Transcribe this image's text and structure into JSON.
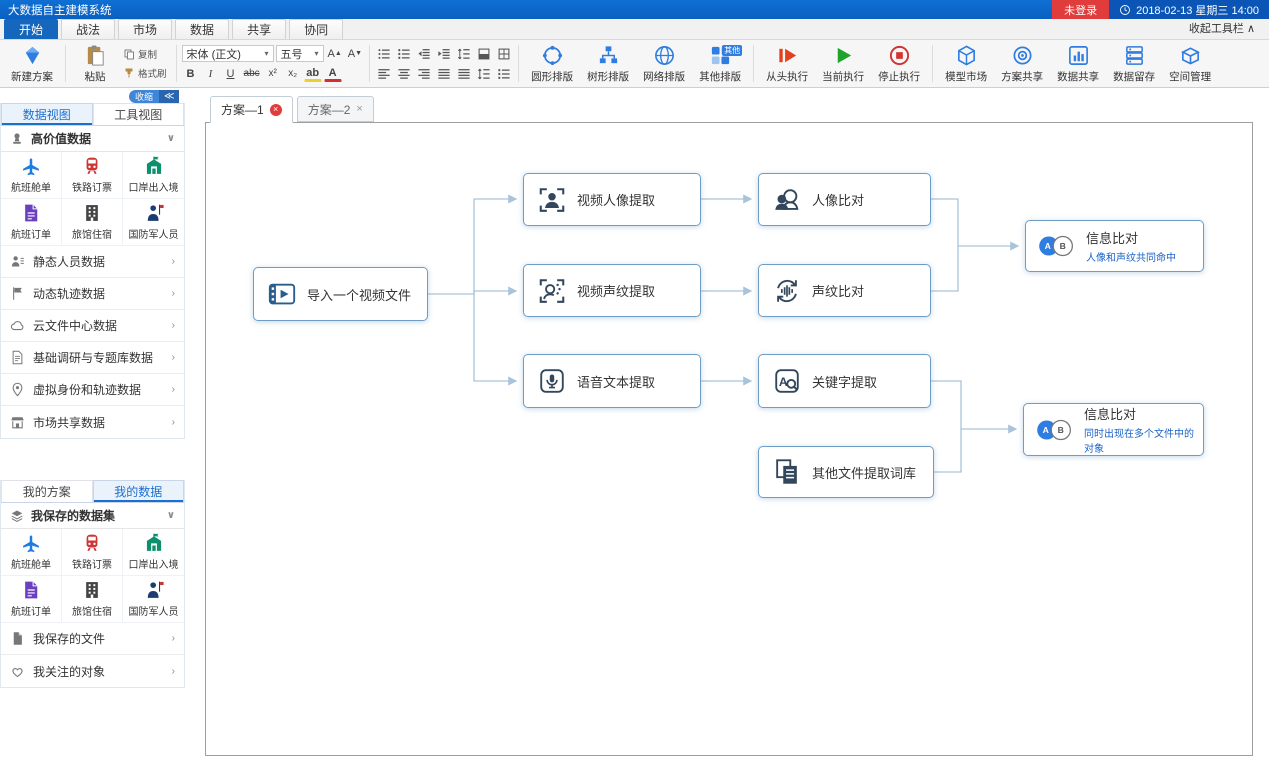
{
  "titlebar": {
    "title": "大数据自主建模系统",
    "login": "未登录",
    "datetime": "2018-02-13 星期三 14:00"
  },
  "ribbon": {
    "tabs": [
      "开始",
      "战法",
      "市场",
      "数据",
      "共享",
      "协同"
    ],
    "collapse": "收起工具栏 ∧",
    "groups": {
      "new_plan": "新建方案",
      "paste": "粘贴",
      "copy": "复制",
      "format_painter": "格式刷",
      "font_family": "宋体 (正文)",
      "font_size": "五号",
      "layout": {
        "circle": "圆形排版",
        "tree": "树形排版",
        "network": "网络排版",
        "other": "其他排版",
        "other_badge": "其他"
      },
      "run": {
        "from_start": "从头执行",
        "current": "当前执行",
        "stop": "停止执行"
      },
      "share": {
        "model_market": "模型市场",
        "plan_share": "方案共享",
        "data_share": "数据共享",
        "data_retain": "数据留存",
        "space_manage": "空间管理"
      }
    }
  },
  "sidebar": {
    "collapse_label": "收缩",
    "view_tabs": [
      "数据视图",
      "工具视图"
    ],
    "high_value_title": "高价值数据",
    "data_items": [
      "航班舱单",
      "铁路订票",
      "口岸出入境",
      "航班订单",
      "旅馆住宿",
      "国防军人员"
    ],
    "sections": [
      "静态人员数据",
      "动态轨迹数据",
      "云文件中心数据",
      "基础调研与专题库数据",
      "虚拟身份和轨迹数据",
      "市场共享数据"
    ],
    "my_tabs": [
      "我的方案",
      "我的数据"
    ],
    "saved_dataset_title": "我保存的数据集",
    "saved_files_label": "我保存的文件",
    "followed_label": "我关注的对象"
  },
  "workspace": {
    "plan_tabs": [
      "方案—1",
      "方案—2"
    ],
    "flow": {
      "import": "导入一个视频文件",
      "video_face": "视频人像提取",
      "video_voice": "视频声纹提取",
      "speech_text": "语音文本提取",
      "face_compare": "人像比对",
      "voice_compare": "声纹比对",
      "keyword_extract": "关键字提取",
      "other_files": "其他文件提取词库",
      "info_compare_1": {
        "label": "信息比对",
        "sub": "人像和声纹共同命中"
      },
      "info_compare_2": {
        "label": "信息比对",
        "sub": "同时出现在多个文件中的对象"
      },
      "venn_a": "A",
      "venn_b": "B",
      "keyword_letter": "A"
    }
  },
  "icons": {
    "chevron_down": "∨",
    "chevron_right": "›",
    "dropdown": "▾",
    "close": "×",
    "collapse_left": "≪"
  }
}
